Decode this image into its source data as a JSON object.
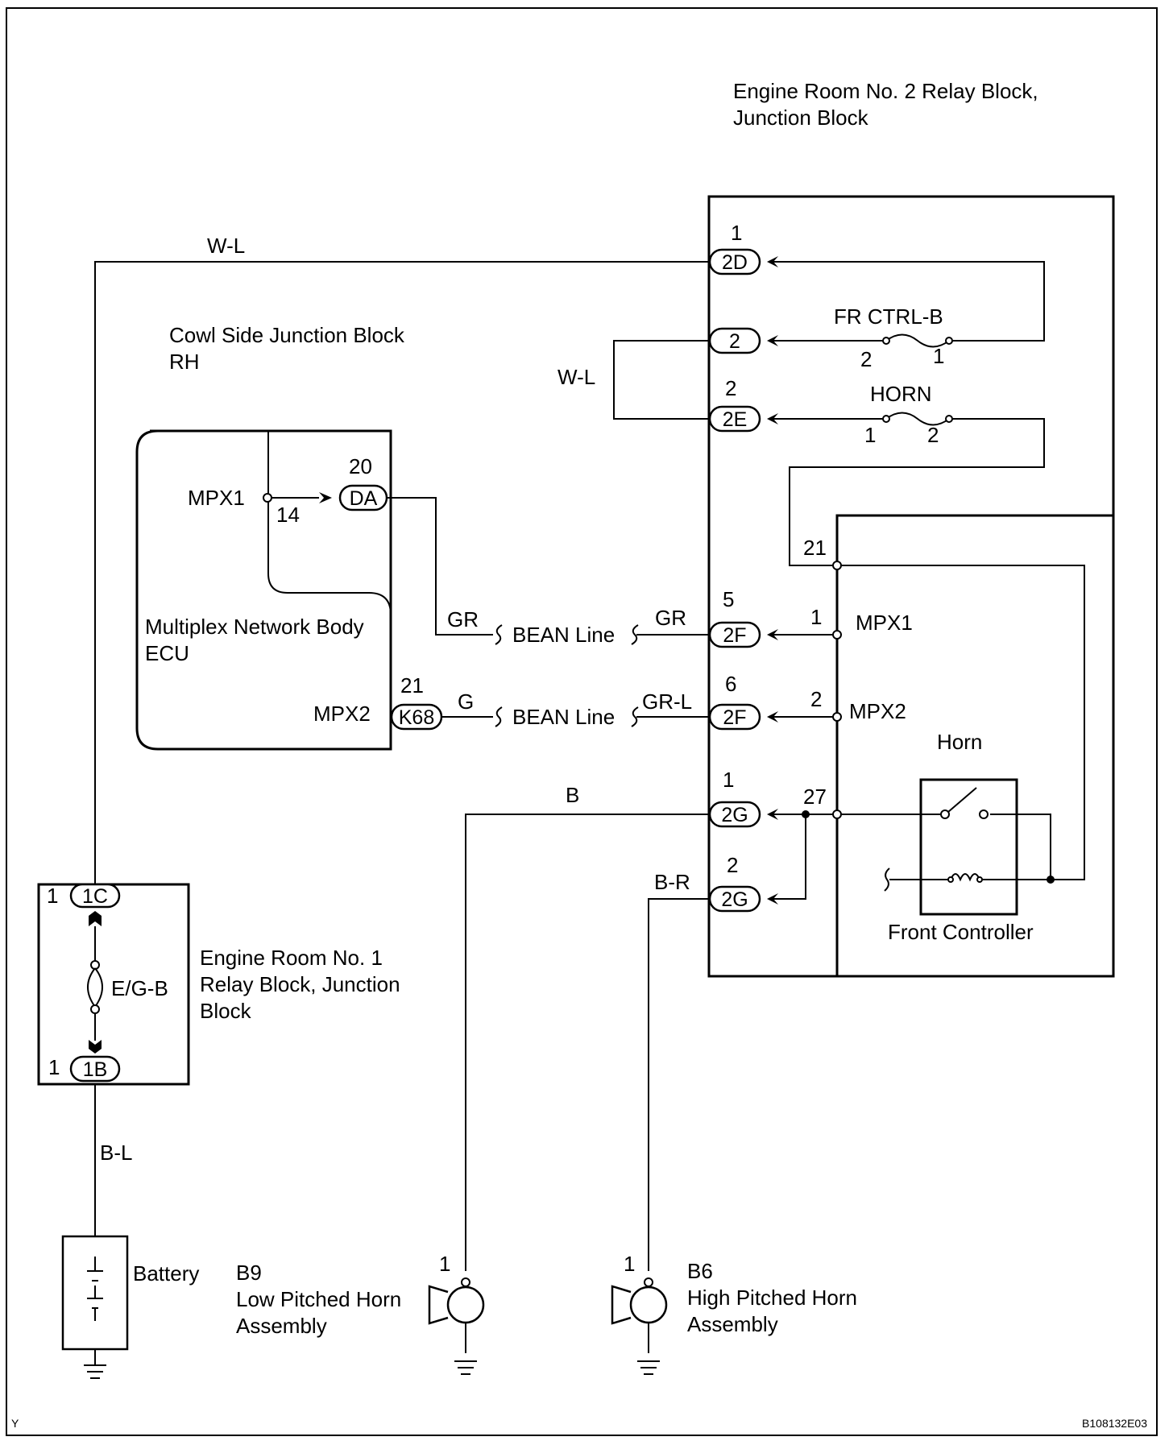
{
  "labels": {
    "er2_title_1": "Engine Room No. 2 Relay Block,",
    "er2_title_2": "Junction Block",
    "cowl_title_1": "Cowl Side Junction Block",
    "cowl_title_2": "RH",
    "ecu_name_1": "Multiplex Network Body",
    "ecu_name_2": "ECU",
    "ecu_mpx1": "MPX1",
    "ecu_mpx2": "MPX2",
    "er1_title_1": "Engine Room No. 1",
    "er1_title_2": "Relay Block, Junction",
    "er1_title_3": "Block",
    "battery": "Battery",
    "b9_code": "B9",
    "b9_name_1": "Low Pitched Horn",
    "b9_name_2": "Assembly",
    "b6_code": "B6",
    "b6_name_1": "High Pitched Horn",
    "b6_name_2": "Assembly",
    "horn_relay": "Horn",
    "front_controller": "Front Controller",
    "fuse_fr_ctrl_b": "FR CTRL-B",
    "fuse_horn": "HORN",
    "fuse_eg_b": "E/G-B",
    "bean_line": "BEAN Line",
    "mpx1_right": "MPX1",
    "mpx2_right": "MPX2",
    "corner_mark": "Y",
    "figure_code": "B108132E03"
  },
  "wires": {
    "wl_top": "W-L",
    "wl_loop": "W-L",
    "gr_left": "GR",
    "gr_right": "GR",
    "g_left": "G",
    "grl_right": "GR-L",
    "b": "B",
    "br": "B-R",
    "bl": "B-L"
  },
  "connectors": {
    "c_2d": "2D",
    "c_2": "2",
    "c_2e": "2E",
    "c_2f_a": "2F",
    "c_2f_b": "2F",
    "c_2g_a": "2G",
    "c_2g_b": "2G",
    "c_da": "DA",
    "c_k68": "K68",
    "c_1c": "1C",
    "c_1b": "1B"
  },
  "pins": {
    "p_2d": "1",
    "p_2e": "2",
    "p_2f_a": "5",
    "p_2f_b": "6",
    "p_2g_a": "1",
    "p_2g_b": "2",
    "p_da": "20",
    "p_14": "14",
    "p_k68": "21",
    "p_1c": "1",
    "p_1b": "1",
    "p_fr_2": "2",
    "p_fr_1": "1",
    "p_horn_1": "1",
    "p_horn_2": "2",
    "p_21": "21",
    "p_mpx1": "1",
    "p_mpx2": "2",
    "p_27": "27",
    "p_b9": "1",
    "p_b6": "1"
  }
}
